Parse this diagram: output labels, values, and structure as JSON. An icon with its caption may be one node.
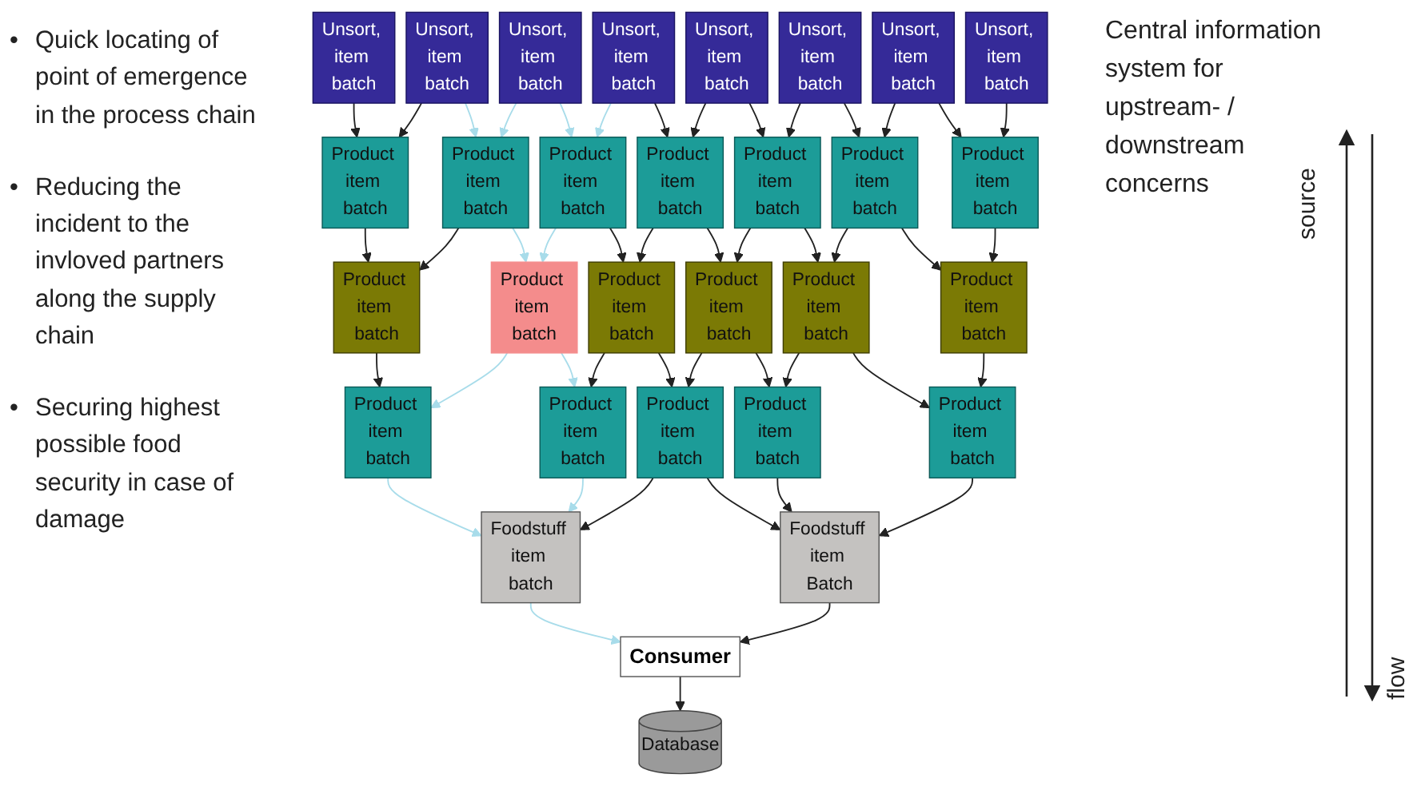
{
  "diagram": {
    "nodes": [
      {
        "text": [
          "Unsort, item batch"
        ]
      },
      {
        "text": [
          "Unsort, item batch"
        ]
      },
      {
        "text": [
          "Unsort, item batch"
        ]
      },
      {
        "text": [
          "Unsort, item batch"
        ]
      },
      {
        "text": [
          "Unsort, item batch"
        ]
      },
      {
        "text": [
          "Unsort, item batch"
        ]
      },
      {
        "text": [
          "Unsort, item batch"
        ]
      },
      {
        "text": [
          "Unsort, item batch"
        ]
      },
      {
        "text": [
          "Product item batch"
        ]
      },
      {
        "text": [
          "Product item batch"
        ]
      },
      {
        "text": [
          "Product item batch"
        ]
      },
      {
        "text": [
          "Product item batch"
        ]
      },
      {
        "text": [
          "Product item batch"
        ]
      },
      {
        "text": [
          "Product item batch"
        ]
      },
      {
        "text": [
          "Product item batch"
        ]
      },
      {
        "text": [
          "Product item batch"
        ]
      },
      {
        "text": [
          "Product item batch"
        ]
      },
      {
        "text": [
          "Product item batch"
        ]
      },
      {
        "text": [
          "Product item batch"
        ]
      },
      {
        "text": [
          "Product item batch"
        ]
      },
      {
        "text": [
          "Product item batch"
        ]
      },
      {
        "text": [
          "Product item batch"
        ]
      },
      {
        "text": [
          "Product item batch"
        ]
      },
      {
        "text": [
          "Product item batch"
        ]
      },
      {
        "text": [
          "Product item batch"
        ]
      },
      {
        "text": [
          "Product item batch"
        ]
      },
      {
        "text": [
          "Foodstuff item batch"
        ]
      },
      {
        "text": [
          "Foodstuff item Batch"
        ]
      },
      {
        "text": [
          "Consumer"
        ]
      },
      {
        "text": [
          "Database"
        ]
      }
    ],
    "edges": [
      {
        "from": 0,
        "to": 8,
        "arrow": "to"
      },
      {
        "from": 1,
        "to": 8,
        "arrow": "to"
      },
      {
        "from": 1,
        "to": 9,
        "arrow": "to",
        "color": "#a8dcea"
      },
      {
        "from": 2,
        "to": 9,
        "arrow": "to",
        "color": "#a8dcea"
      },
      {
        "from": 2,
        "to": 10,
        "arrow": "to",
        "color": "#a8dcea"
      },
      {
        "from": 3,
        "to": 10,
        "arrow": "to",
        "color": "#a8dcea"
      },
      {
        "from": 3,
        "to": 11,
        "arrow": "to"
      },
      {
        "from": 4,
        "to": 11,
        "arrow": "to"
      },
      {
        "from": 4,
        "to": 12,
        "arrow": "to"
      },
      {
        "from": 5,
        "to": 12,
        "arrow": "to"
      },
      {
        "from": 5,
        "to": 13,
        "arrow": "to"
      },
      {
        "from": 6,
        "to": 13,
        "arrow": "to"
      },
      {
        "from": 6,
        "to": 14,
        "arrow": "to"
      },
      {
        "from": 7,
        "to": 14,
        "arrow": "to"
      },
      {
        "from": 8,
        "to": 15,
        "arrow": "to"
      },
      {
        "from": 9,
        "to": 15,
        "arrow": "to"
      },
      {
        "from": 9,
        "to": 16,
        "arrow": "to",
        "color": "#a8dcea"
      },
      {
        "from": 10,
        "to": 16,
        "arrow": "to",
        "color": "#a8dcea"
      },
      {
        "from": 10,
        "to": 17,
        "arrow": "to"
      },
      {
        "from": 11,
        "to": 17,
        "arrow": "to"
      },
      {
        "from": 11,
        "to": 18,
        "arrow": "to"
      },
      {
        "from": 12,
        "to": 18,
        "arrow": "to"
      },
      {
        "from": 12,
        "to": 19,
        "arrow": "to"
      },
      {
        "from": 13,
        "to": 19,
        "arrow": "to"
      },
      {
        "from": 13,
        "to": 20,
        "arrow": "to"
      },
      {
        "from": 14,
        "to": 20,
        "arrow": "to"
      },
      {
        "from": 15,
        "to": 21,
        "arrow": "to"
      },
      {
        "from": 16,
        "to": 21,
        "arrow": "to",
        "color": "#a8dcea"
      },
      {
        "from": 16,
        "to": 22,
        "arrow": "to",
        "color": "#a8dcea"
      },
      {
        "from": 17,
        "to": 22,
        "arrow": "to"
      },
      {
        "from": 17,
        "to": 23,
        "arrow": "to"
      },
      {
        "from": 18,
        "to": 23,
        "arrow": "to"
      },
      {
        "from": 18,
        "to": 24,
        "arrow": "to"
      },
      {
        "from": 19,
        "to": 24,
        "arrow": "to"
      },
      {
        "from": 19,
        "to": 25,
        "arrow": "to"
      },
      {
        "from": 20,
        "to": 25,
        "arrow": "to"
      },
      {
        "from": 21,
        "to": 26,
        "arrow": "to",
        "color": "#a8dcea"
      },
      {
        "from": 22,
        "to": 26,
        "arrow": "to",
        "color": "#a8dcea"
      },
      {
        "from": 23,
        "to": 26,
        "arrow": "to"
      },
      {
        "from": 23,
        "to": 27,
        "arrow": "to"
      },
      {
        "from": 24,
        "to": 27,
        "arrow": "to"
      },
      {
        "from": 25,
        "to": 27,
        "arrow": "to"
      },
      {
        "from": 26,
        "to": 28,
        "arrow": "to",
        "color": "#a8dcea"
      },
      {
        "from": 27,
        "to": 28,
        "arrow": "to"
      },
      {
        "from": 28,
        "to": 29,
        "arrow": "to"
      }
    ],
    "labels": [
      "•",
      "Quick locating of point of emergence in the process chain",
      "•",
      "Reducing the incident to the invloved partners along the supply chain",
      "•",
      "Securing highest possible food security in case of damage",
      "Central information system for upstream- / downstream concerns",
      "source",
      "flow"
    ]
  }
}
